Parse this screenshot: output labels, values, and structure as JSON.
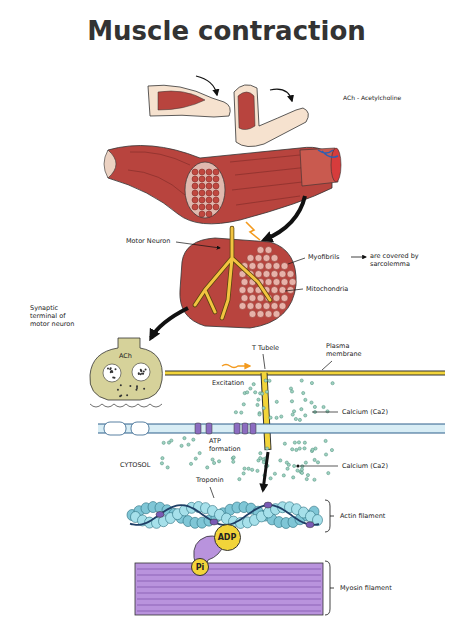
{
  "diagram": {
    "title": "Muscle contraction",
    "nodes": [
      {
        "text": [
          "ADP"
        ]
      },
      {
        "text": [
          "Pi"
        ]
      }
    ],
    "labels": [
      "ACh - Acetylcholine",
      "Motor Neuron",
      "Myofibrils",
      "are covered by sarcolemma",
      "Mitochondria",
      "Synaptic terminal of motor neuron",
      "T Tubele",
      "Plasma membrane",
      "ACh",
      "Excitation",
      "Calcium (Ca2)",
      "ATP formation",
      "CYTOSOL",
      "Calcium (Ca2)",
      "Troponin",
      "Actin filament",
      "Myosin filament"
    ]
  }
}
